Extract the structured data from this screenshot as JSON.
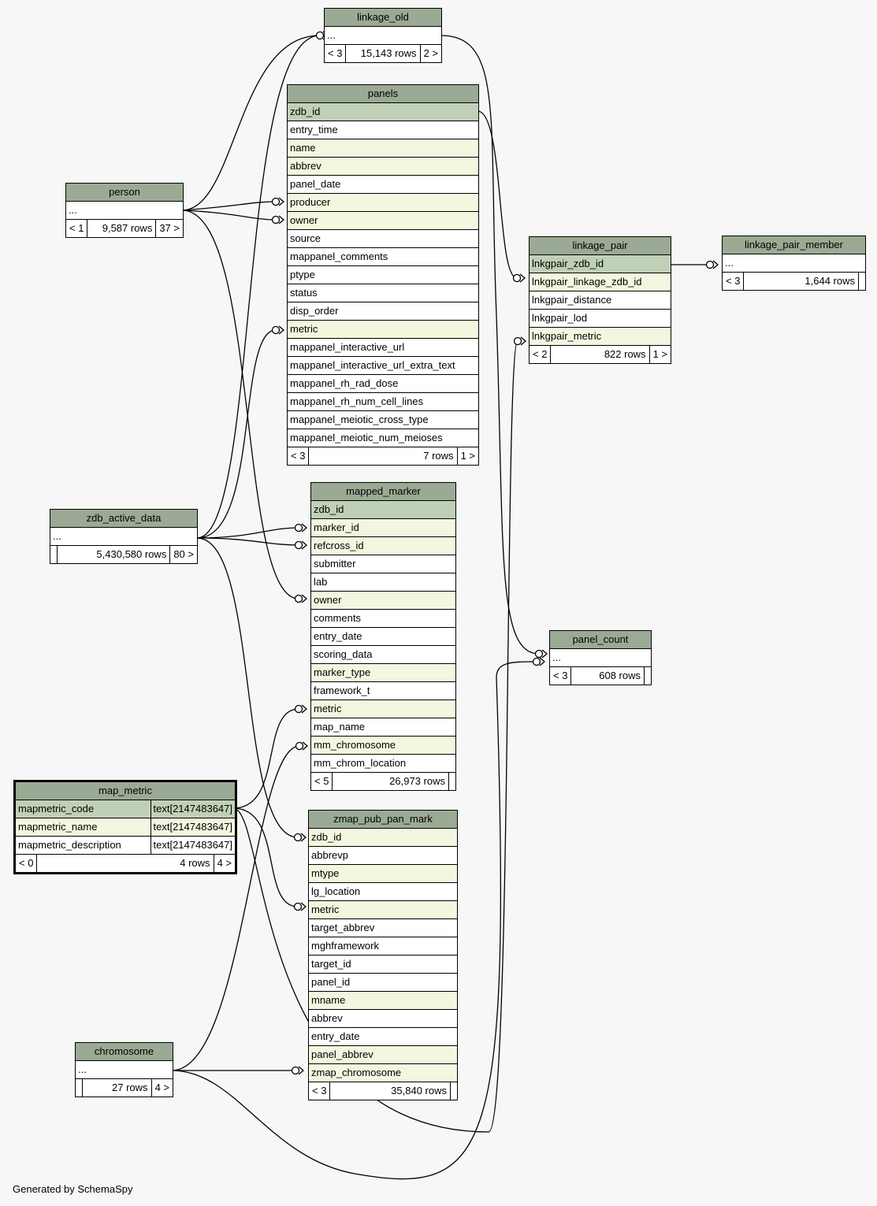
{
  "footer": "Generated by SchemaSpy",
  "tables": {
    "linkage_old": {
      "name": "linkage_old",
      "rows": [
        {
          "text": "...",
          "kind": "plain"
        }
      ],
      "footer": [
        "< 3",
        "15,143 rows",
        "2 >"
      ]
    },
    "panels": {
      "name": "panels",
      "rows": [
        {
          "text": "zdb_id",
          "kind": "pk"
        },
        {
          "text": "entry_time",
          "kind": "plain"
        },
        {
          "text": "name",
          "kind": "fk"
        },
        {
          "text": "abbrev",
          "kind": "fk"
        },
        {
          "text": "panel_date",
          "kind": "plain"
        },
        {
          "text": "producer",
          "kind": "fk"
        },
        {
          "text": "owner",
          "kind": "fk"
        },
        {
          "text": "source",
          "kind": "plain"
        },
        {
          "text": "mappanel_comments",
          "kind": "plain"
        },
        {
          "text": "ptype",
          "kind": "plain"
        },
        {
          "text": "status",
          "kind": "plain"
        },
        {
          "text": "disp_order",
          "kind": "plain"
        },
        {
          "text": "metric",
          "kind": "fk"
        },
        {
          "text": "mappanel_interactive_url",
          "kind": "plain"
        },
        {
          "text": "mappanel_interactive_url_extra_text",
          "kind": "plain"
        },
        {
          "text": "mappanel_rh_rad_dose",
          "kind": "plain"
        },
        {
          "text": "mappanel_rh_num_cell_lines",
          "kind": "plain"
        },
        {
          "text": "mappanel_meiotic_cross_type",
          "kind": "plain"
        },
        {
          "text": "mappanel_meiotic_num_meioses",
          "kind": "plain"
        }
      ],
      "footer": [
        "< 3",
        "7 rows",
        "1 >"
      ]
    },
    "person": {
      "name": "person",
      "rows": [
        {
          "text": "...",
          "kind": "plain"
        }
      ],
      "footer": [
        "< 1",
        "9,587 rows",
        "37 >"
      ]
    },
    "linkage_pair": {
      "name": "linkage_pair",
      "rows": [
        {
          "text": "lnkgpair_zdb_id",
          "kind": "pk"
        },
        {
          "text": "lnkgpair_linkage_zdb_id",
          "kind": "fk"
        },
        {
          "text": "lnkgpair_distance",
          "kind": "plain"
        },
        {
          "text": "lnkgpair_lod",
          "kind": "plain"
        },
        {
          "text": "lnkgpair_metric",
          "kind": "fk"
        }
      ],
      "footer": [
        "< 2",
        "822 rows",
        "1 >"
      ]
    },
    "linkage_pair_member": {
      "name": "linkage_pair_member",
      "rows": [
        {
          "text": "...",
          "kind": "plain"
        }
      ],
      "footer": [
        "< 3",
        "1,644 rows",
        ""
      ]
    },
    "zdb_active_data": {
      "name": "zdb_active_data",
      "rows": [
        {
          "text": "...",
          "kind": "plain"
        }
      ],
      "footer": [
        "",
        "5,430,580 rows",
        "80 >"
      ]
    },
    "mapped_marker": {
      "name": "mapped_marker",
      "rows": [
        {
          "text": "zdb_id",
          "kind": "pk"
        },
        {
          "text": "marker_id",
          "kind": "fk"
        },
        {
          "text": "refcross_id",
          "kind": "fk"
        },
        {
          "text": "submitter",
          "kind": "plain"
        },
        {
          "text": "lab",
          "kind": "plain"
        },
        {
          "text": "owner",
          "kind": "fk"
        },
        {
          "text": "comments",
          "kind": "plain"
        },
        {
          "text": "entry_date",
          "kind": "plain"
        },
        {
          "text": "scoring_data",
          "kind": "plain"
        },
        {
          "text": "marker_type",
          "kind": "fk"
        },
        {
          "text": "framework_t",
          "kind": "plain"
        },
        {
          "text": "metric",
          "kind": "fk"
        },
        {
          "text": "map_name",
          "kind": "plain"
        },
        {
          "text": "mm_chromosome",
          "kind": "fk"
        },
        {
          "text": "mm_chrom_location",
          "kind": "plain"
        }
      ],
      "footer": [
        "< 5",
        "26,973 rows",
        ""
      ]
    },
    "panel_count": {
      "name": "panel_count",
      "rows": [
        {
          "text": "...",
          "kind": "plain"
        }
      ],
      "footer": [
        "< 3",
        "608 rows",
        ""
      ]
    },
    "map_metric": {
      "name": "map_metric",
      "rows": [
        {
          "text": "mapmetric_code",
          "type": "text[2147483647]",
          "kind": "pk"
        },
        {
          "text": "mapmetric_name",
          "type": "text[2147483647]",
          "kind": "fk"
        },
        {
          "text": "mapmetric_description",
          "type": "text[2147483647]",
          "kind": "plain"
        }
      ],
      "footer": [
        "< 0",
        "4 rows",
        "4 >"
      ]
    },
    "zmap_pub_pan_mark": {
      "name": "zmap_pub_pan_mark",
      "rows": [
        {
          "text": "zdb_id",
          "kind": "fk"
        },
        {
          "text": "abbrevp",
          "kind": "plain"
        },
        {
          "text": "mtype",
          "kind": "fk"
        },
        {
          "text": "lg_location",
          "kind": "plain"
        },
        {
          "text": "metric",
          "kind": "fk"
        },
        {
          "text": "target_abbrev",
          "kind": "plain"
        },
        {
          "text": "mghframework",
          "kind": "plain"
        },
        {
          "text": "target_id",
          "kind": "plain"
        },
        {
          "text": "panel_id",
          "kind": "plain"
        },
        {
          "text": "mname",
          "kind": "fk"
        },
        {
          "text": "abbrev",
          "kind": "plain"
        },
        {
          "text": "entry_date",
          "kind": "plain"
        },
        {
          "text": "panel_abbrev",
          "kind": "fk"
        },
        {
          "text": "zmap_chromosome",
          "kind": "fk"
        }
      ],
      "footer": [
        "< 3",
        "35,840 rows",
        ""
      ]
    },
    "chromosome": {
      "name": "chromosome",
      "rows": [
        {
          "text": "...",
          "kind": "plain"
        }
      ],
      "footer": [
        "",
        "27 rows",
        "4 >"
      ]
    }
  },
  "colors": {
    "header": "#9baa94",
    "pk": "#bfd0b7",
    "fk": "#f4f7df",
    "background": "#f7f7f7"
  }
}
